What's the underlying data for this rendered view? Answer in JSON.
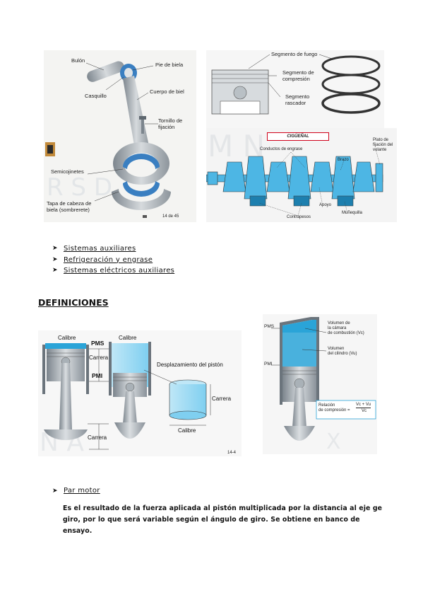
{
  "figure1": {
    "labels": {
      "bulon": "Bulón",
      "pie_biela": "Pie de biela",
      "casquillo": "Casquillo",
      "cuerpo_biela": "Cuerpo de biel",
      "tornillo": "Tornillo de\nfijación",
      "semicojinetes": "Semicojinetes",
      "tapa": "Tapa de cabeza de\nbiela (sombrerete)",
      "page_ref": "14 de 45"
    }
  },
  "figure2": {
    "labels": {
      "segmento_fuego": "Segmento de fuego",
      "segmento_compresion": "Segmento de\ncompresión",
      "segmento_rascador": "Segmento\nrascador"
    }
  },
  "figure3": {
    "title": "CIGÜEÑAL",
    "labels": {
      "conductos": "Conductos de engrase",
      "brazo": "Brazo",
      "plato": "Plato de\nfijación del\nvolante",
      "apoyo": "Apoyo",
      "contrapesos": "Contrapesos",
      "munequilla": "Muñequilla"
    }
  },
  "bullets": [
    "Sistemas auxiliares",
    "Refrigeración y engrase",
    "Sistemas eléctricos auxiliares"
  ],
  "definitions_heading": "DEFINICIONES",
  "figure4": {
    "calibre_left": "Calibre",
    "calibre_right": "Calibre",
    "pms": "PMS",
    "pmi": "PMI",
    "carrera_mid": "Carrera",
    "carrera_bottom": "Carrera",
    "desplazamiento": "Desplazamiento del pistón",
    "carrera_cyl": "Carrera",
    "calibre_cyl": "Calibre",
    "page_ref": "14-4"
  },
  "figure5": {
    "pms": "PMS",
    "pmi": "PMI",
    "volumen_camara": "Volumen de\nla cámara\nde combustión (Vc)",
    "volumen_cilindro": "Volumen\ndel cilindro (Vu)",
    "relacion": "Relación\nde compresión =",
    "formula_num": "Vc + Vu",
    "formula_den": "Vc"
  },
  "par_motor_title": "Par motor",
  "par_motor_text": "Es el resultado de la fuerza aplicada al pistón multiplicada por la distancia al eje ge giro, por lo que será variable según el ángulo de giro. Se obtiene en banco de ensayo.",
  "colors": {
    "accent_blue": "#2aa4d8",
    "light_blue": "#bfe7f7",
    "metal_gray": "#9aa3ab",
    "red_box": "#d0021b"
  }
}
